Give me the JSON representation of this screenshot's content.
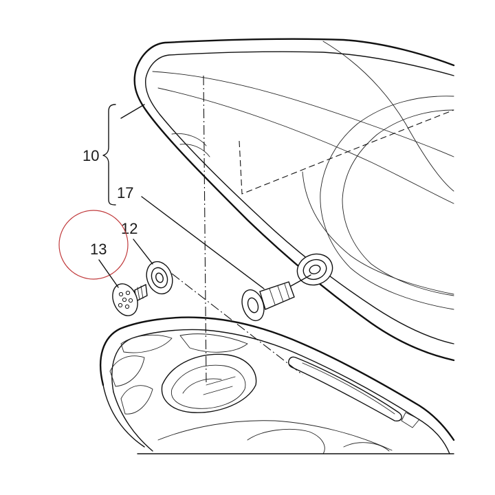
{
  "callouts": {
    "seat_assembly": "10",
    "washer": "12",
    "knob": "13",
    "bolt": "17"
  },
  "colors": {
    "line": "#111111",
    "highlight_circle": "#c0393b",
    "background": "#ffffff"
  }
}
